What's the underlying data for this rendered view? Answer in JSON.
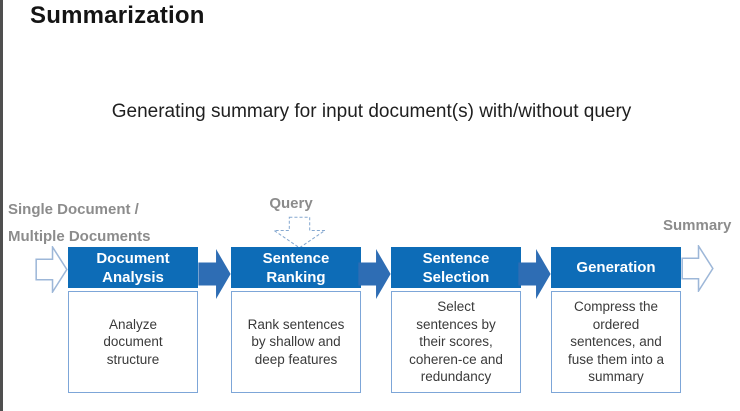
{
  "slide": {
    "title": "Summarization",
    "subtitle": "Generating summary for input document(s) with/without query"
  },
  "labels": {
    "input_line1": "Single Document /",
    "input_line2": "Multiple Documents",
    "query": "Query",
    "output": "Summary"
  },
  "pipeline": {
    "stages": [
      {
        "title": "Document Analysis",
        "description": "Analyze document structure"
      },
      {
        "title": "Sentence Ranking",
        "description": "Rank sentences by shallow and deep features"
      },
      {
        "title": "Sentence Selection",
        "description": "Select sentences by their scores, coheren-ce and redundancy"
      },
      {
        "title": "Generation",
        "description": "Compress the ordered sentences, and fuse them into a summary"
      }
    ]
  },
  "icons": {
    "input_arrow": "right-block-arrow-outline",
    "between_arrows": "right-block-arrow-solid",
    "query_arrow": "down-block-arrow-dashed",
    "output_arrow": "right-block-arrow-outline"
  },
  "colors": {
    "header_blue": "#0d6cb7",
    "arrow_blue": "#2e6db4",
    "box_border_blue": "#7da6d8",
    "label_gray": "#8c8c8c",
    "body_text": "#3a3a3a",
    "title_text": "#141414",
    "slide_edge": "#4f4f4f",
    "background": "#ffffff"
  }
}
